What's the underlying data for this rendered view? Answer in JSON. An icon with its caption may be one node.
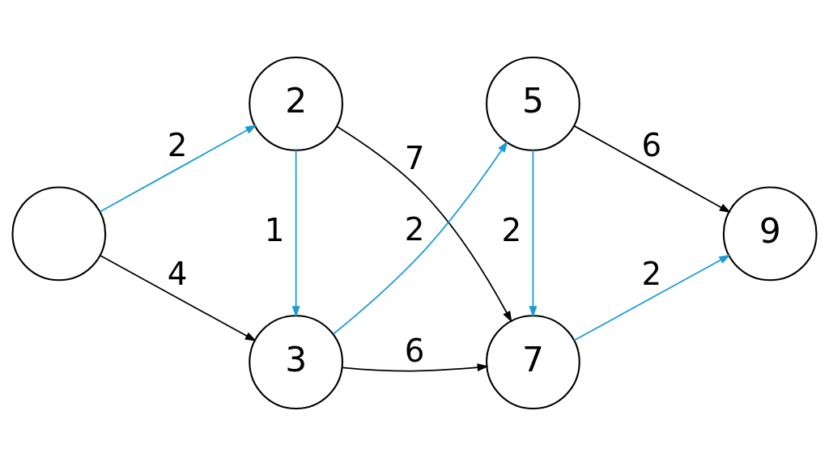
{
  "diagram": {
    "nodes": [
      {
        "text": [],
        "shape": "circle"
      },
      {
        "text": [
          "2"
        ]
      },
      {
        "text": [
          "3"
        ]
      },
      {
        "text": [
          "7"
        ]
      },
      {
        "text": [
          "5"
        ]
      },
      {
        "text": [
          "9"
        ]
      }
    ],
    "edges": [
      {
        "from": 0,
        "to": 1,
        "arrow": "to",
        "label": "2"
      },
      {
        "from": 0,
        "to": 2,
        "arrow": "to",
        "label": "4",
        "color": "#000000"
      },
      {
        "from": 1,
        "to": 3,
        "arrow": "to",
        "label": "7",
        "color": "#000000"
      },
      {
        "from": 1,
        "to": 2,
        "arrow": "to",
        "label": "1"
      },
      {
        "from": 2,
        "to": 3,
        "arrow": "to",
        "label": "6",
        "color": "#000000"
      },
      {
        "from": 2,
        "to": 4,
        "arrow": "to",
        "label": "2"
      },
      {
        "from": 4,
        "to": 3,
        "arrow": "to",
        "label": "2"
      },
      {
        "from": 3,
        "to": 5,
        "arrow": "to",
        "label": "2"
      },
      {
        "from": 4,
        "to": 5,
        "arrow": "to",
        "label": "6",
        "color": "#000000"
      }
    ]
  }
}
